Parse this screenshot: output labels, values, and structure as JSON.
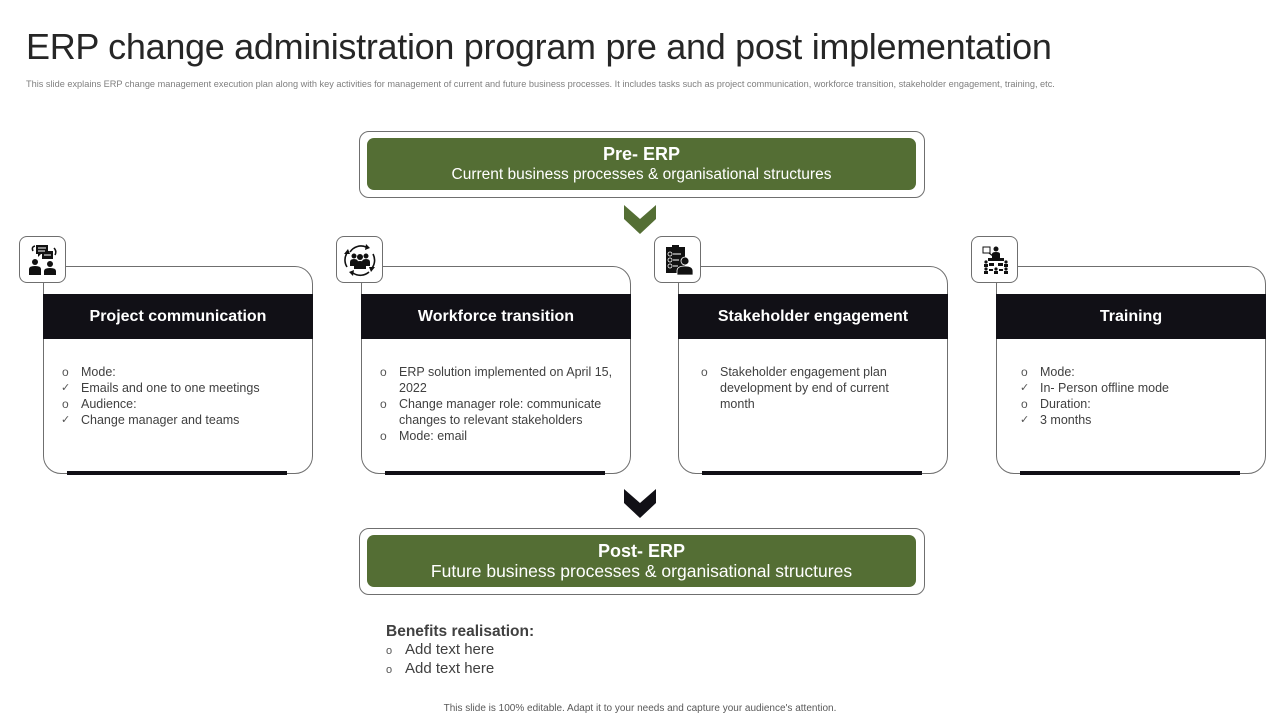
{
  "header": {
    "title": "ERP change administration  program pre and post implementation",
    "subtitle": "This slide explains ERP  change management execution plan along with key activities for management of current and future business processes. It includes tasks such as project communication,  workforce transition, stakeholder engagement, training, etc."
  },
  "pre_erp": {
    "heading": "Pre- ERP",
    "description": "Current business processes & organisational structures",
    "color": "#546e34"
  },
  "post_erp": {
    "heading": "Post- ERP",
    "description": "Future business processes & organisational structures",
    "color": "#546e34"
  },
  "arrows": {
    "top": {
      "icon": "chevron-down-icon",
      "color": "#546e34"
    },
    "bottom": {
      "icon": "chevron-down-icon",
      "color": "#111016"
    }
  },
  "cards": [
    {
      "icon": "communication-people-icon",
      "title": "Project communication",
      "items": [
        {
          "mark": "o",
          "text": "Mode:"
        },
        {
          "mark": "✓",
          "text": "Emails and one to one meetings"
        },
        {
          "mark": "o",
          "text": "Audience:"
        },
        {
          "mark": "✓",
          "text": "Change manager and teams"
        }
      ]
    },
    {
      "icon": "team-cycle-icon",
      "title": "Workforce transition",
      "items": [
        {
          "mark": "o",
          "text": "ERP solution implemented on April 15, 2022"
        },
        {
          "mark": "o",
          "text": "Change manager role: communicate changes to relevant  stakeholders"
        },
        {
          "mark": "o",
          "text": "Mode: email"
        }
      ]
    },
    {
      "icon": "checklist-person-icon",
      "title": "Stakeholder engagement",
      "items": [
        {
          "mark": "o",
          "text": "Stakeholder engagement plan development  by end of current month"
        }
      ]
    },
    {
      "icon": "classroom-training-icon",
      "title": "Training",
      "items": [
        {
          "mark": "o",
          "text": "Mode:"
        },
        {
          "mark": "✓",
          "text": "In- Person offline mode"
        },
        {
          "mark": "o",
          "text": "Duration:"
        },
        {
          "mark": "✓",
          "text": "3 months"
        }
      ]
    }
  ],
  "benefits": {
    "title": "Benefits realisation:",
    "items": [
      {
        "mark": "o",
        "text": "Add text here"
      },
      {
        "mark": "o",
        "text": "Add text here"
      }
    ]
  },
  "footer": {
    "text": "This slide is 100% editable.  Adapt it to your needs and capture your audience's attention."
  }
}
